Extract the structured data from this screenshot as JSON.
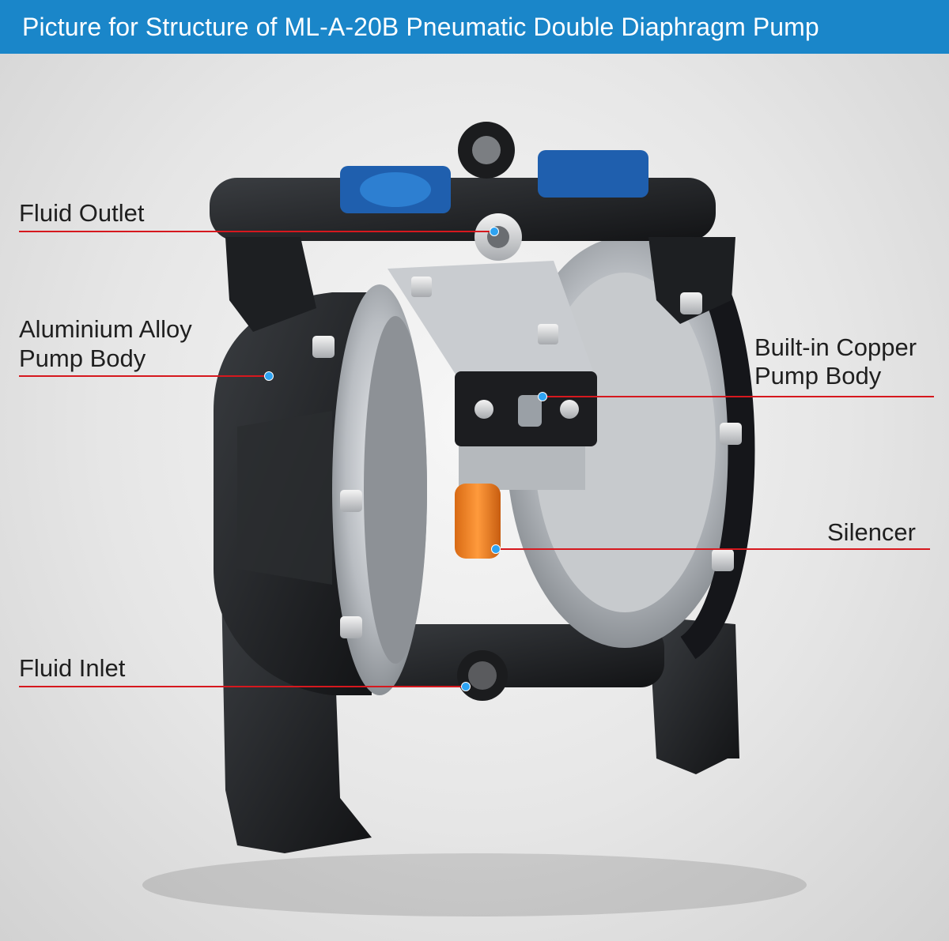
{
  "header": {
    "title": "Picture for Structure of ML-A-20B Pneumatic Double Diaphragm Pump"
  },
  "colors": {
    "header_bg": "#1a86c9",
    "leader_line": "#d6181e",
    "marker_dot": "#2ea3f2"
  },
  "callouts": [
    {
      "key": "fluid_outlet",
      "lines": [
        "Fluid Outlet"
      ]
    },
    {
      "key": "aluminium_body",
      "lines": [
        "Aluminium Alloy",
        "Pump Body"
      ]
    },
    {
      "key": "copper_body",
      "lines": [
        "Built-in Copper",
        "Pump Body"
      ]
    },
    {
      "key": "silencer",
      "lines": [
        "Silencer"
      ]
    },
    {
      "key": "fluid_inlet",
      "lines": [
        "Fluid Inlet"
      ]
    }
  ]
}
